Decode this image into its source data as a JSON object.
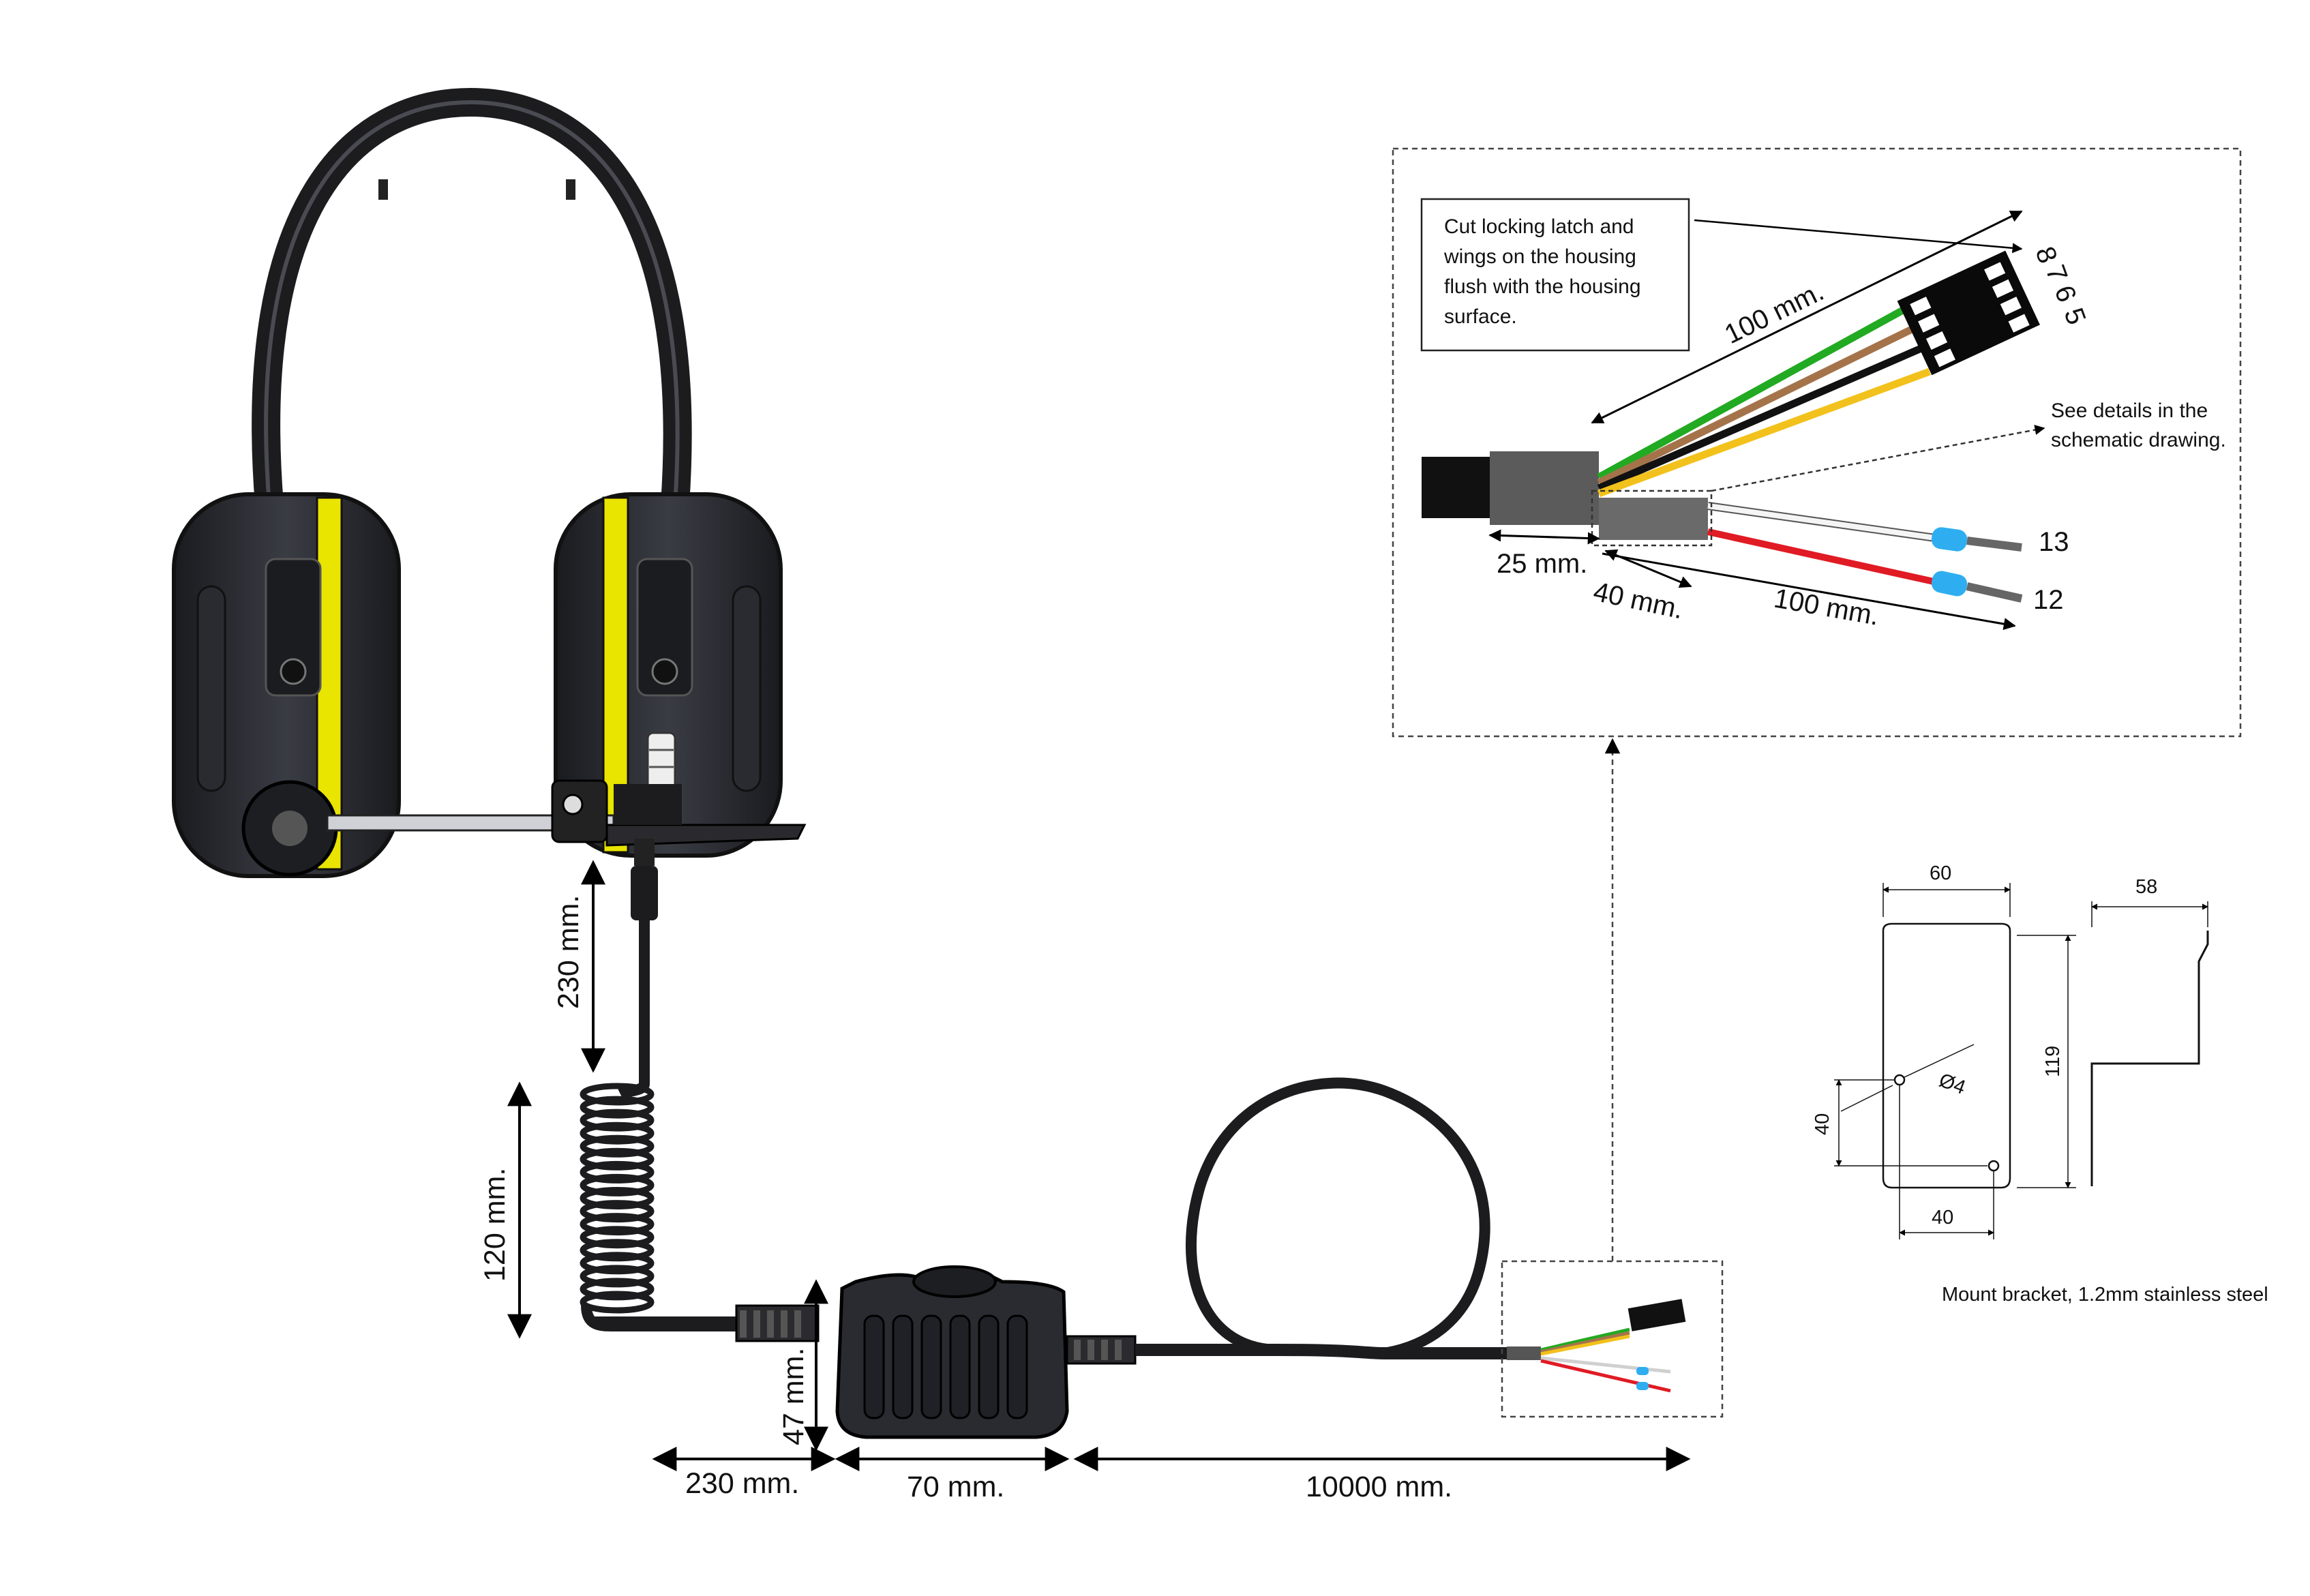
{
  "dimensions": {
    "headset_to_coil": "230 mm.",
    "coil_length": "120 mm.",
    "coil_to_box": "230 mm.",
    "box_height": "47 mm.",
    "box_width": "70 mm.",
    "main_cable": "10000 mm."
  },
  "detail": {
    "note": [
      "Cut locking latch and",
      "wings on the housing",
      "flush with the housing",
      "surface."
    ],
    "see_details": [
      "See details in the",
      "schematic drawing."
    ],
    "lead_length_top": "100 mm.",
    "lead_length_bottom": "100 mm.",
    "jacket_strip": "25 mm.",
    "inner_strip": "40 mm.",
    "connector_pins": [
      "8",
      "7",
      "6",
      "5"
    ],
    "wire_labels": [
      "13",
      "12"
    ],
    "wire_colors": {
      "green": "#22aa22",
      "brown": "#a5734a",
      "black": "#111111",
      "yellow": "#f2c11b",
      "white": "#f5f5f5",
      "red": "#e01b24",
      "ferrule": "#2eaef0"
    }
  },
  "bracket": {
    "width_top": "60",
    "depth": "58",
    "height": "119",
    "hole_dia": "Ø4",
    "hole_offset": "40",
    "hole_spacing": "40",
    "caption": "Mount bracket, 1.2mm stainless steel"
  },
  "colors": {
    "earcup_stripe": "#e9e400",
    "earcup_body": "#2b2d33"
  }
}
